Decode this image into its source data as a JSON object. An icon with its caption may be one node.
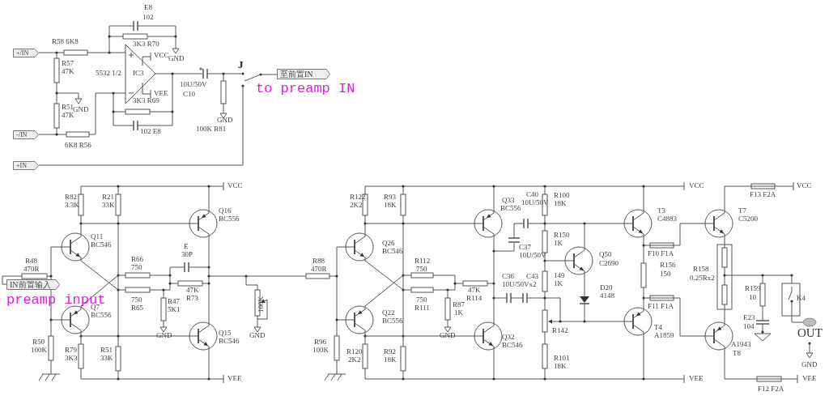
{
  "diagram": {
    "nodes": [
      {
        "text": [
          "+/IN"
        ]
      },
      {
        "text": [
          "-/IN"
        ]
      },
      {
        "text": [
          "+IN"
        ]
      },
      {
        "text": [
          "至前置IN"
        ]
      },
      {
        "text": [
          "IN前置输入"
        ]
      }
    ],
    "labels": [
      "E8",
      "102",
      "R58 6K8",
      "3K3 R70",
      "VCC",
      "GND",
      "R57",
      "47K",
      "J",
      "5532 1/2",
      "IC3",
      "to preamp IN",
      "10U/50V",
      "C10",
      "VEE",
      "3K3 R69",
      "R51",
      "GND",
      "47K",
      "GND",
      "100K R81",
      "102 E8",
      "6K8 R56",
      "R82",
      "3.3K",
      "R21",
      "33K",
      "VCC",
      "Q16",
      "BC556",
      "Q11",
      "BC546",
      "E",
      "30P",
      "R48",
      "470R",
      "R66",
      "750",
      "47K",
      "R73",
      "750",
      "R65",
      "R47",
      "5K1",
      "100K",
      "Q7",
      "BC556",
      "GND",
      "GND",
      "Q15",
      "BC546",
      "R50",
      "100K",
      "R79",
      "3K3",
      "R51",
      "33K",
      "VEE",
      "preamp input",
      "R122",
      "2K2",
      "R93",
      "18K",
      "Q33",
      "BC556",
      "C40",
      "10U/50V",
      "Q26",
      "BC546",
      "C37",
      "10U/50V",
      "R88",
      "470R",
      "R112",
      "750",
      "C36",
      "C43",
      "10U/50Vx2",
      "47K",
      "R114",
      "750",
      "R111",
      "R87",
      "1K",
      "GND",
      "Q22",
      "BC556",
      "Q32",
      "BC546",
      "R96",
      "100K",
      "R120",
      "2K2",
      "R92",
      "18K",
      "VCC",
      "R100",
      "18K",
      "F13 F2A",
      "VCC",
      "T3",
      "C4883",
      "T7",
      "C5200",
      "R150",
      "1K",
      "Q50",
      "C2690",
      "F10 F1A",
      "R156",
      "150",
      "R158",
      "0.25Rx2",
      "149",
      "1K",
      "D20",
      "4148",
      "R159",
      "10",
      "K4",
      "F11 F1A",
      "R142",
      "E23",
      "104",
      "T4",
      "A1859",
      "OUT",
      "A1943",
      "T8",
      "R101",
      "18K",
      "GND",
      "VEE",
      "VEE",
      "F12 F2A"
    ]
  }
}
